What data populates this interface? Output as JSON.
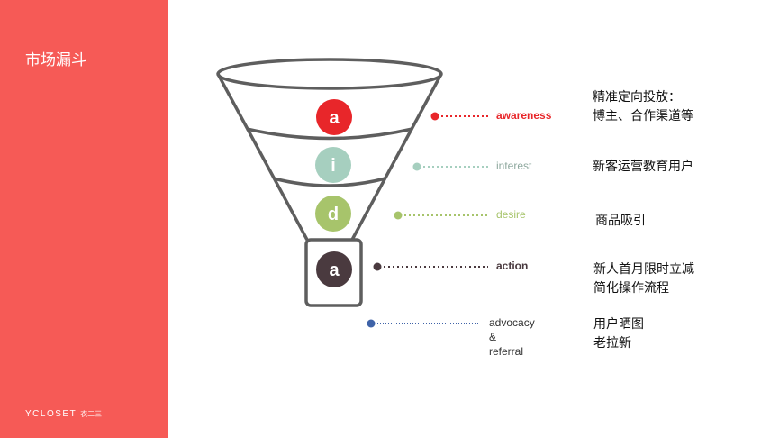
{
  "slide": {
    "title": "市场漏斗",
    "brand": "YCLOSET",
    "brand_sub": "衣二三"
  },
  "colors": {
    "sidebar": "#f65a56",
    "awareness": "#e8262a",
    "interest": "#a6cfbf",
    "desire": "#a7c46b",
    "action": "#4a3a3f",
    "advocacy": "#3f63a8",
    "funnel_outline": "#5e5e5e"
  },
  "stages": [
    {
      "letter": "a",
      "label": "awareness",
      "desc": [
        "精准定向投放：",
        "博主、合作渠道等"
      ]
    },
    {
      "letter": "i",
      "label": "interest",
      "desc": [
        "新客运营教育用户"
      ]
    },
    {
      "letter": "d",
      "label": "desire",
      "desc": [
        "商品吸引"
      ]
    },
    {
      "letter": "a",
      "label": "action",
      "desc": [
        "新人首月限时立减",
        "简化操作流程"
      ]
    },
    {
      "label_lines": [
        "advocacy",
        "&",
        "referral"
      ],
      "desc": [
        "用户晒图",
        "老拉新"
      ]
    }
  ]
}
